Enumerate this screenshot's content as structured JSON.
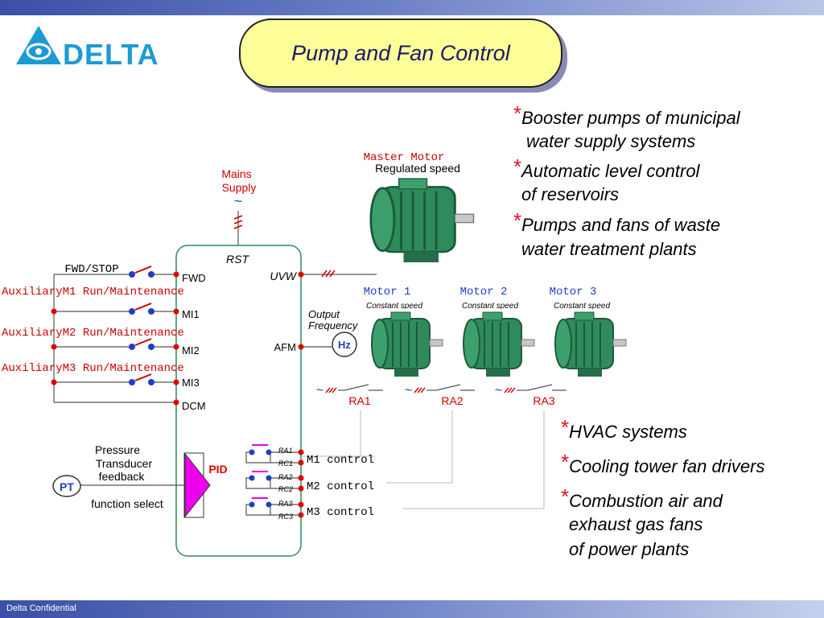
{
  "slide": {
    "title": "Pump and Fan Control",
    "footer": "Delta Confidential",
    "logo_text": "DELTA",
    "colors": {
      "header_blue": "#3a4fa6",
      "logo_blue": "#1d9ad6",
      "title_fill": "#ffff99",
      "label_red": "#cc0000",
      "node_red": "#e00000",
      "contact_blue": "#1f3fc2",
      "pid_magenta": "#ee00ee",
      "motor_green": "#2f8a5c"
    }
  },
  "bullets_top": [
    {
      "star": "*",
      "line1": "Booster pumps of municipal",
      "line2": "water supply systems"
    },
    {
      "star": "*",
      "line1": "Automatic level control",
      "line2": "of reservoirs"
    },
    {
      "star": "*",
      "line1": "Pumps and fans of waste",
      "line2": "water treatment plants"
    }
  ],
  "bullets_bottom": [
    {
      "star": "*",
      "line1": "HVAC systems"
    },
    {
      "star": "*",
      "line1": "Cooling tower fan drivers"
    },
    {
      "star": "*",
      "line1": "Combustion air and",
      "line2": "exhaust gas fans",
      "line3": "of power plants"
    }
  ],
  "diagram": {
    "mains": {
      "line1": "Mains",
      "line2": "Supply",
      "tilde": "~"
    },
    "master_motor": {
      "name": "Master Motor",
      "caption": "Regulated speed"
    },
    "motors": [
      {
        "name": "Motor 1",
        "caption": "Constant speed",
        "relay": "RA1"
      },
      {
        "name": "Motor 2",
        "caption": "Constant speed",
        "relay": "RA2"
      },
      {
        "name": "Motor 3",
        "caption": "Constant speed",
        "relay": "RA3"
      }
    ],
    "drive": {
      "rst": "RST",
      "uvw": "UVW",
      "afm": "AFM",
      "pid": "PID"
    },
    "inputs": [
      {
        "switch_label": "FWD/STOP",
        "terminal": "FWD"
      },
      {
        "switch_label": "AuxiliaryM1 Run/Maintenance",
        "terminal": "MI1"
      },
      {
        "switch_label": "AuxiliaryM2 Run/Maintenance",
        "terminal": "MI2"
      },
      {
        "switch_label": "AuxiliaryM3 Run/Maintenance",
        "terminal": "MI3"
      }
    ],
    "common": "DCM",
    "output_freq": {
      "line1": "Output",
      "line2": "Frequency",
      "meter": "Hz"
    },
    "transducer": {
      "line1": "Pressure",
      "line2": "Transducer",
      "line3": "feedback",
      "badge": "PT",
      "function": "function select"
    },
    "relay_outputs": [
      {
        "a": "RA1",
        "c": "RC1",
        "control": "M1 control"
      },
      {
        "a": "RA2",
        "c": "RC2",
        "control": "M2 control"
      },
      {
        "a": "RA3",
        "c": "RC3",
        "control": "M3 control"
      }
    ],
    "tilde": "~"
  }
}
